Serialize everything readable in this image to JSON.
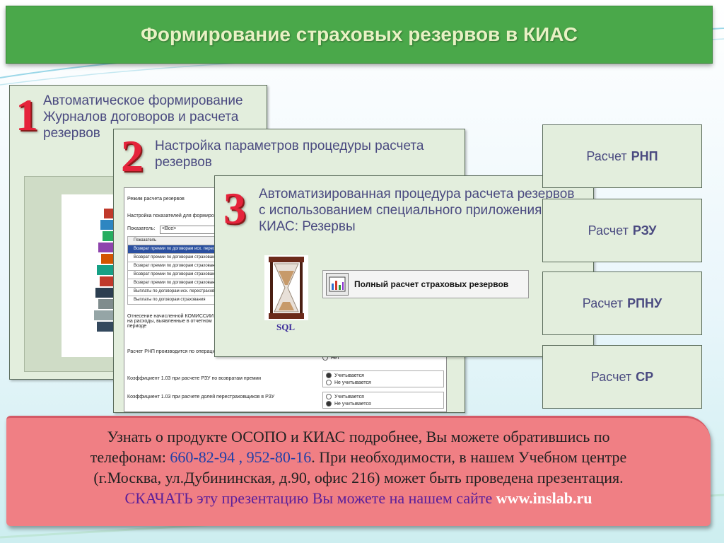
{
  "header": {
    "title": "Формирование страховых резервов в КИАС"
  },
  "step1": {
    "number": "1",
    "text": "Автоматическое формирование Журналов договоров и расчета резервов"
  },
  "step2": {
    "number": "2",
    "text": "Настройка параметров процедуры расчета резервов",
    "form": {
      "mode_label": "Режим расчета резервов",
      "settings_label": "Настройка показателей для формирования",
      "indicator_label": "Показатель:",
      "indicator_value": "<Все>",
      "grid_header": "Показатель",
      "grid_rows": [
        "Возврат премии по договорам исх. перестрахования",
        "Возврат премии по договорам страхования",
        "Возврат премии по договорам страхования",
        "Возврат премии по договорам страхования",
        "Возврат премии по договорам страхования",
        "Выплаты по договорам исх. перестрахования",
        "Выплаты по договорам страхования"
      ],
      "commission_label": "Отнесение начисленной КОМИССИИ на расходы, выявленные в отчетном периоде",
      "rnp_label": "Расчет РНП производится по операциям",
      "opt_no": "Нет",
      "coef1_label": "Коэффициент 1.03 при расчете РЗУ по возвратам премии",
      "coef2_label": "Коэффициент 1.03 при расчете долей перестраховщиков в РЗУ",
      "opt_counted": "Учитывается",
      "opt_not_counted": "Не учитывается"
    }
  },
  "step3": {
    "number": "3",
    "text": "Автоматизированная процедура расчета резервов с использованием специального приложения КИАС: Резервы",
    "sql_label": "SQL",
    "button_label": "Полный расчет страховых резервов",
    "icons": {
      "hourglass": "hourglass-icon",
      "calc": "chart-calc-icon"
    }
  },
  "calc_boxes": [
    {
      "prefix": "Расчет",
      "code": "РНП"
    },
    {
      "prefix": "Расчет",
      "code": "РЗУ"
    },
    {
      "prefix": "Расчет",
      "code": "РПНУ"
    },
    {
      "prefix": "Расчет",
      "code": "СР"
    }
  ],
  "info": {
    "line1": "Узнать о продукте ОСОПО и КИАС подробнее, Вы можете обратившись по",
    "phones_prefix": "телефонам:",
    "phones": "660-82-94 , 952-80-16",
    "line2_rest": ".  При необходимости, в нашем Учебном центре",
    "line3": "(г.Москва, ул.Дубининская, д.90, офис 216) может быть проведена презентация.",
    "download": "СКАЧАТЬ",
    "line4_mid": " эту презентацию Вы можете на нашем сайте ",
    "site": "www.inslab.ru"
  },
  "colors": {
    "header": "#4aa84a",
    "panel": "#e3eedd",
    "info": "#f07f84",
    "number": "#e5233b"
  }
}
